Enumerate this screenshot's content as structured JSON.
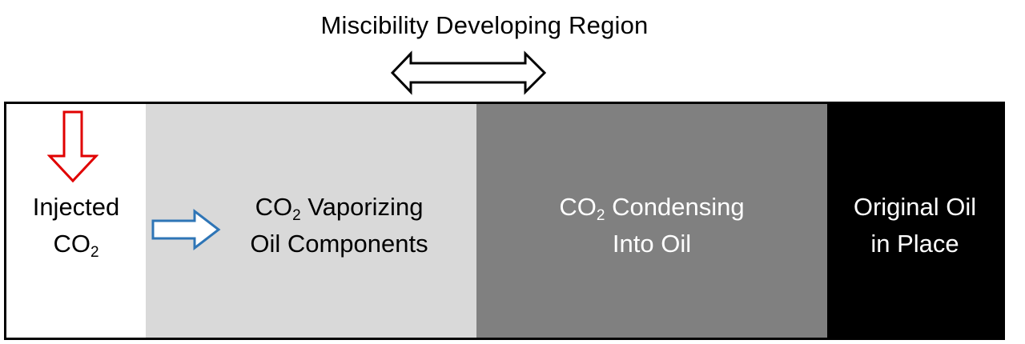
{
  "title": "Miscibility Developing Region",
  "zones": [
    {
      "line1": "Injected",
      "line2_main": "CO",
      "line2_sub": "2",
      "line2_rest": "",
      "bg": "#ffffff",
      "text_color": "#000000"
    },
    {
      "line1_main": "CO",
      "line1_sub": "2",
      "line1_rest": " Vaporizing",
      "line2": "Oil Components",
      "bg": "#d9d9d9",
      "text_color": "#000000"
    },
    {
      "line1_main": "CO",
      "line1_sub": "2",
      "line1_rest": " Condensing",
      "line2": "Into Oil",
      "bg": "#808080",
      "text_color": "#ffffff"
    },
    {
      "line1": "Original Oil",
      "line2": "in Place",
      "bg": "#000000",
      "text_color": "#ffffff"
    }
  ],
  "arrows": {
    "double": {
      "icon": "double-arrow-icon",
      "fill": "#ffffff",
      "stroke": "#000000"
    },
    "down": {
      "icon": "down-arrow-icon",
      "fill": "#ffffff",
      "stroke": "#e00000"
    },
    "right": {
      "icon": "right-arrow-icon",
      "fill": "#ffffff",
      "stroke": "#2e75b6"
    }
  }
}
